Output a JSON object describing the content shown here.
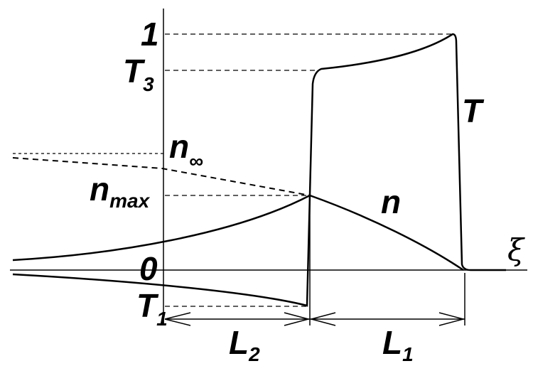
{
  "figure": {
    "labels": {
      "one": "1",
      "zero": "0",
      "t3_base": "T",
      "t3_sub": "3",
      "t1_base": "T",
      "t1_sub": "1",
      "n_inf_base": "n",
      "n_inf_sub": "∞",
      "n_max_base": "n",
      "n_max_sub": "max",
      "curve_n": "n",
      "curve_t": "T",
      "axis_xi": "ξ",
      "l2_base": "L",
      "l2_sub": "2",
      "l1_base": "L",
      "l1_sub": "1"
    }
  }
}
